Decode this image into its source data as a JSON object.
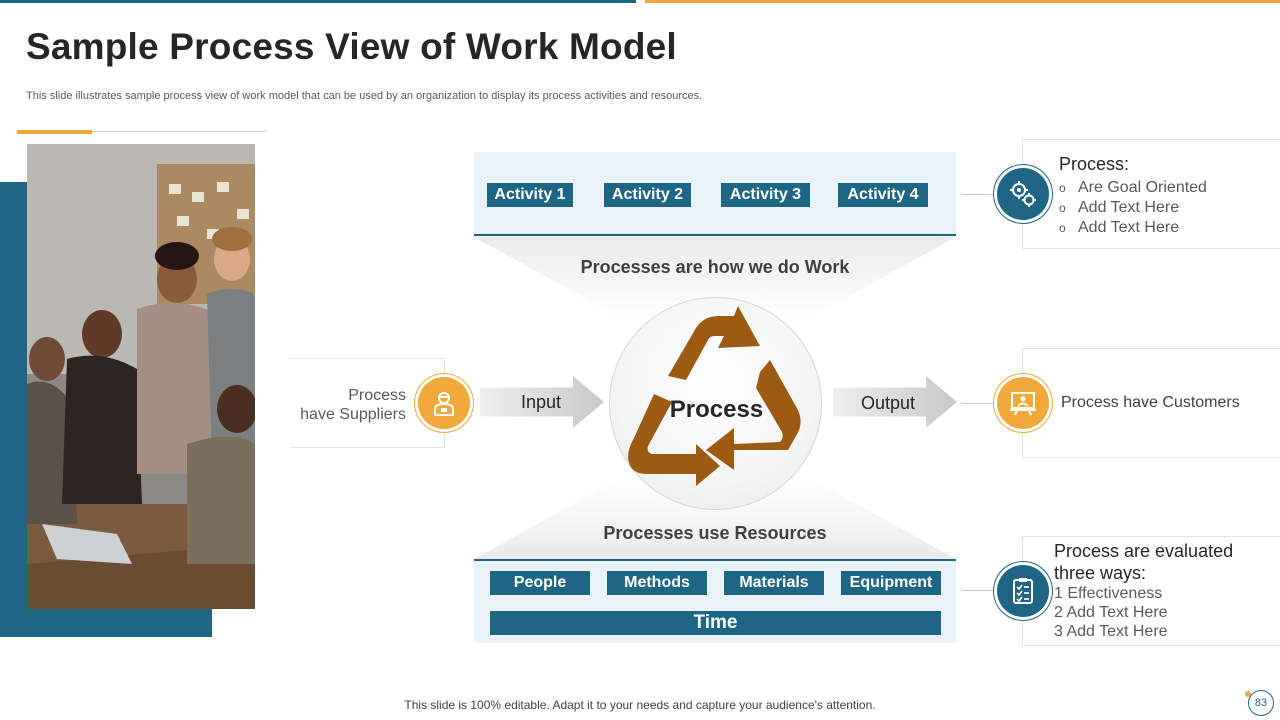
{
  "header": {
    "title": "Sample Process View of Work Model",
    "subtitle": "This slide illustrates sample process view of work model that can be used by an organization to display its process activities and resources."
  },
  "activities": [
    "Activity 1",
    "Activity 2",
    "Activity 3",
    "Activity 4"
  ],
  "resources": [
    "People",
    "Methods",
    "Materials",
    "Equipment"
  ],
  "time_label": "Time",
  "captions": {
    "top": "Processes are how we do Work",
    "bottom": "Processes use Resources"
  },
  "center": {
    "label": "Process"
  },
  "flow": {
    "input": "Input",
    "output": "Output"
  },
  "suppliers": {
    "line1": "Process",
    "line2": "have Suppliers"
  },
  "customers": {
    "text": "Process have Customers"
  },
  "process_box": {
    "title": "Process:",
    "bullets": [
      "Are Goal Oriented",
      "Add Text Here",
      "Add Text Here"
    ],
    "bullet_glyph": "o"
  },
  "evaluation_box": {
    "title_line1": "Process are evaluated",
    "title_line2": "three ways:",
    "items": [
      "1 Effectiveness",
      "2 Add Text Here",
      "3 Add Text Here"
    ]
  },
  "footer": {
    "note": "This slide is 100% editable. Adapt it to your needs and capture your audience's attention.",
    "page_number": "83"
  },
  "colors": {
    "primary_blue": "#1f6685",
    "accent_orange": "#f2a93b",
    "cycle_brown": "#9c5a12",
    "panel_bg": "#e9f2f8"
  },
  "icons": {
    "process": "gears-icon",
    "suppliers": "worker-icon",
    "customers": "presentation-icon",
    "evaluation": "checklist-icon"
  }
}
